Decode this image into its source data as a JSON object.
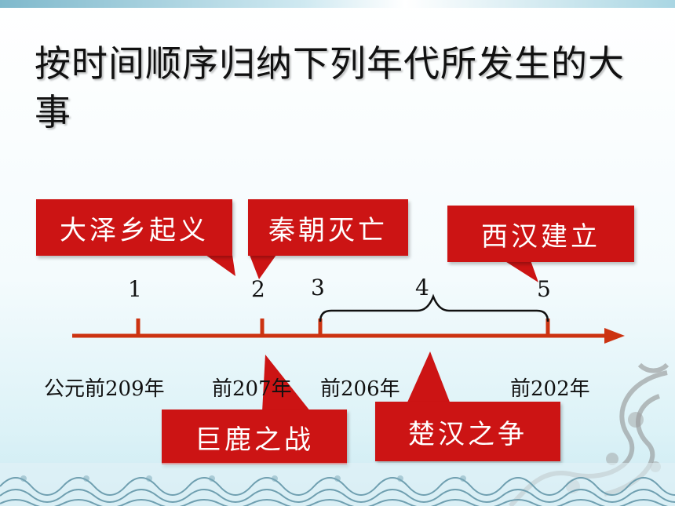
{
  "title": "按时间顺序归纳下列年代所发生的大事",
  "events_above": [
    {
      "id": "daze",
      "label": "大泽乡起义"
    },
    {
      "id": "qin",
      "label": "秦朝灭亡"
    },
    {
      "id": "xihan",
      "label": "西汉建立"
    }
  ],
  "events_below": [
    {
      "id": "julu",
      "label": "巨鹿之战"
    },
    {
      "id": "chuhan",
      "label": "楚汉之争"
    }
  ],
  "markers": [
    "1",
    "2",
    "3",
    "4",
    "5"
  ],
  "years": [
    "公元前209年",
    "前207年",
    "前206年",
    "前202年"
  ],
  "colors": {
    "accent_red": "#cc1414",
    "axis_red": "#cc3311",
    "bracket": "#111111"
  },
  "icons": [
    "wave-border-icon",
    "dragon-decoration-icon",
    "timeline-arrow-icon"
  ]
}
